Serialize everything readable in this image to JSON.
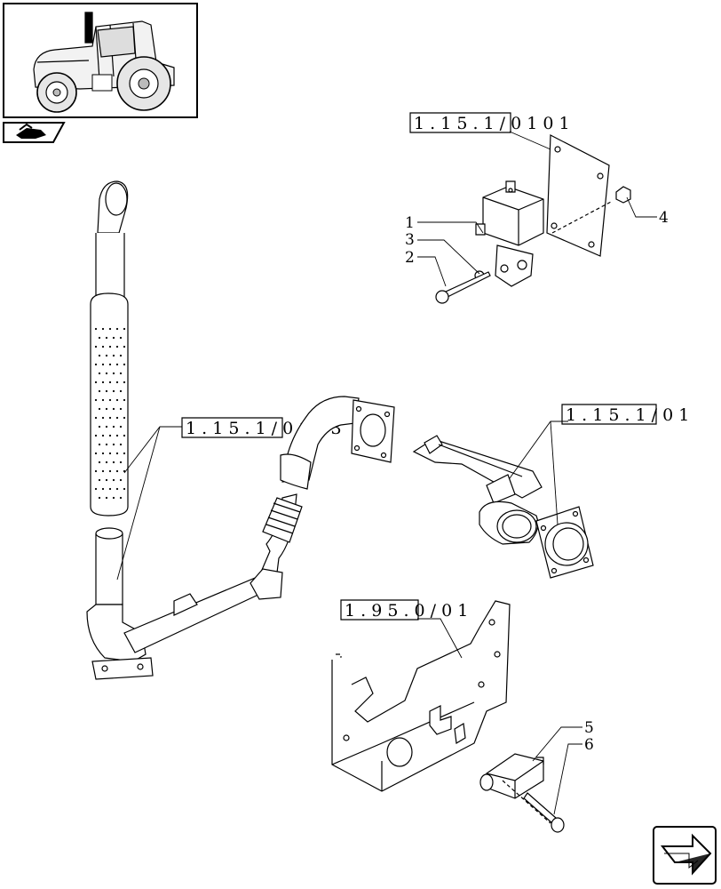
{
  "refs": {
    "r1": "1 . 1 5 . 1 / 0 1   0 1",
    "r2": "1 . 1 5 . 1 / 0 1   0 3",
    "r3": "1 . 1 5 . 1 / 0 1",
    "r4": "1 . 9 5 . 0 / 0 1"
  },
  "callouts": [
    "1",
    "2",
    "3",
    "4",
    "5",
    "6"
  ],
  "icons": {
    "thumbnail": "tractor-thumbnail-icon",
    "section": "book-section-icon",
    "next": "next-page-arrow-icon"
  }
}
